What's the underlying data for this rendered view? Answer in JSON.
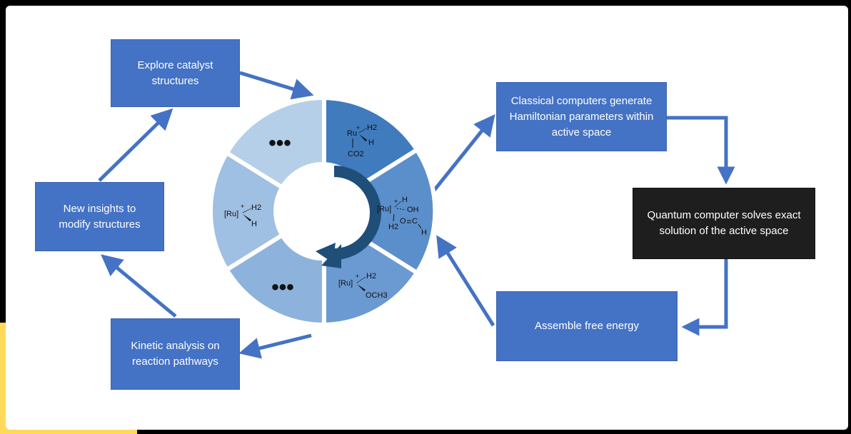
{
  "boxes": {
    "explore": "Explore catalyst\nstructures",
    "insights": "New insights to\nmodify structures",
    "kinetic": "Kinetic analysis on\nreaction pathways",
    "classical": "Classical computers generate\nHamiltonian parameters within\nactive space",
    "quantum": "Quantum computer solves exact\nsolution of the active space",
    "assemble": "Assemble free energy"
  },
  "wheel": {
    "segment_top_left": "•••",
    "segment_bottom_left": "•••",
    "seg_top_right": {
      "metal": "Ru",
      "h2": "H2",
      "h": "H",
      "co2": "CO2"
    },
    "seg_right": {
      "metal": "[Ru]",
      "h": "H",
      "oh": "OH",
      "h2": "H2",
      "o": "O",
      "c": "C",
      "h_end": "H"
    },
    "seg_bottom_right": {
      "metal": "[Ru]",
      "h2": "H2",
      "och3": "OCH3"
    },
    "seg_left": {
      "metal": "[Ru]",
      "h2": "H2",
      "h": "H"
    }
  },
  "colors": {
    "box_blue": "#4472c4",
    "box_dark": "#1e1e1e",
    "arrow": "#4472c4",
    "wheel_dark": "#3f7bbd",
    "wheel_mid": "#5b8fcb",
    "wheel_light": "#8db3dd",
    "wheel_lightest": "#b5cfe9",
    "cycle_arrow": "#1f4e79"
  }
}
